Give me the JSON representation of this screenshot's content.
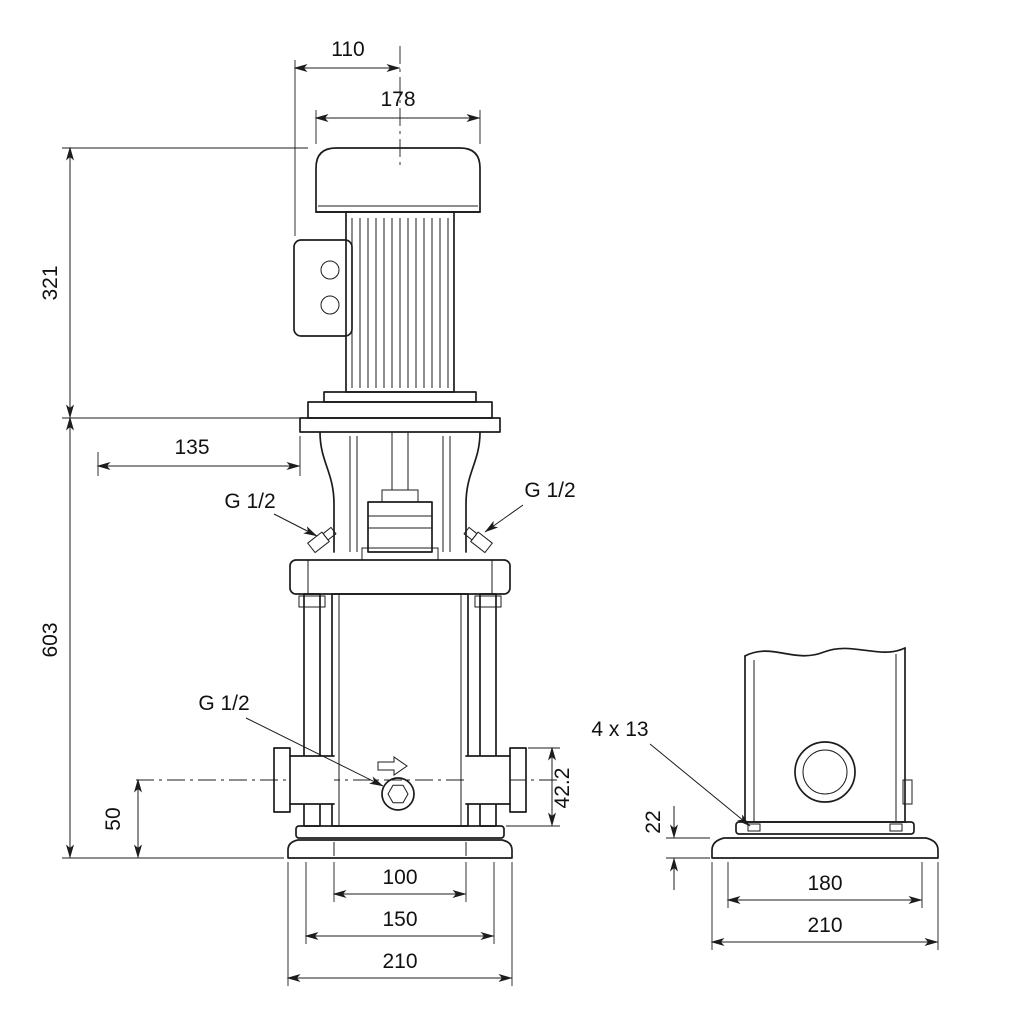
{
  "front_view": {
    "dim_fan_guard_width": "110",
    "dim_motor_width": "178",
    "dim_motor_height": "321",
    "dim_head_width": "135",
    "dim_pump_height": "603",
    "vent_plug_left": "G 1/2",
    "vent_plug_right": "G 1/2",
    "drain_plug": "G 1/2",
    "dim_port_height": "50",
    "dim_port_to_base": "42.2",
    "dim_base_width_inner": "100",
    "dim_base_width_mid": "150",
    "dim_base_width_outer": "210"
  },
  "side_view": {
    "bolt_holes": "4 x 13",
    "dim_base_height": "22",
    "dim_base_depth_inner": "180",
    "dim_base_depth_outer": "210"
  }
}
